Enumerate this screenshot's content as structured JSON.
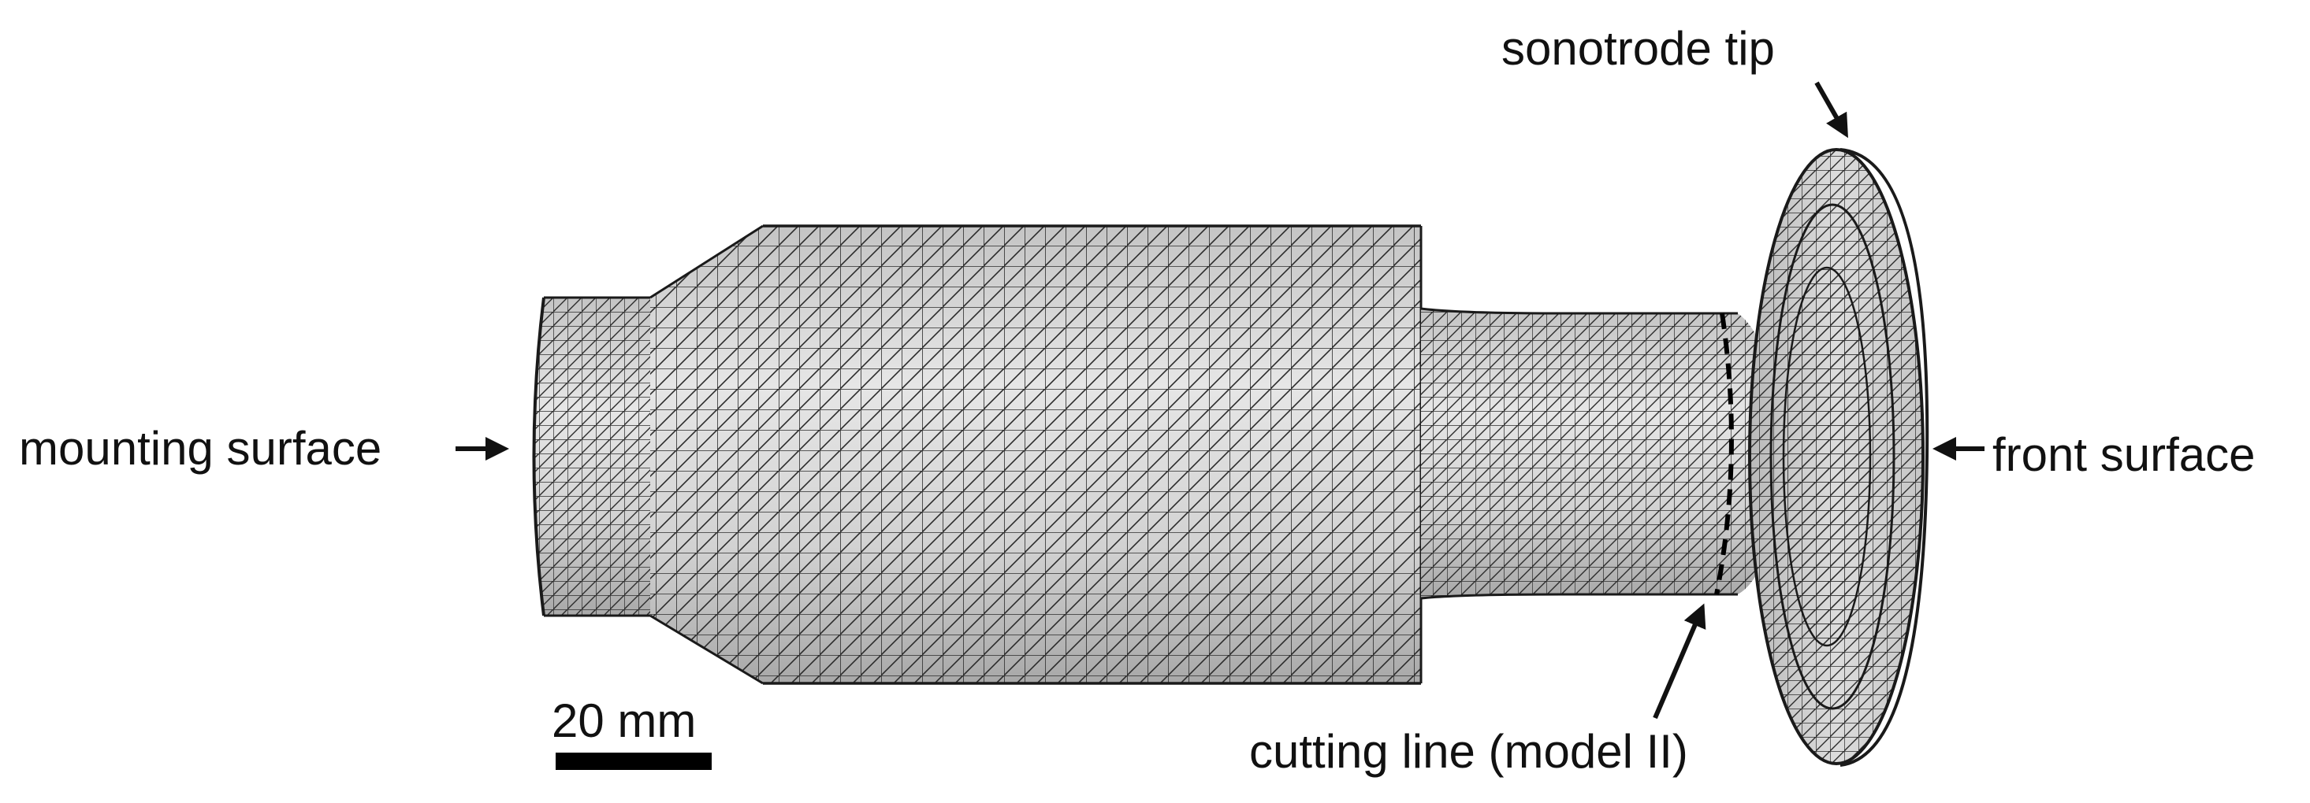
{
  "labels": {
    "sonotrode_tip": "sonotrode tip",
    "mounting_surface": "mounting surface",
    "front_surface": "front surface",
    "cutting_line": "cutting line (model II)",
    "scale_bar": "20 mm"
  },
  "colors": {
    "mesh_fill": "#d6d6d6",
    "mesh_shade": "#a9a9a9",
    "mesh_line": "#2b2b2b",
    "ink": "#111111"
  }
}
